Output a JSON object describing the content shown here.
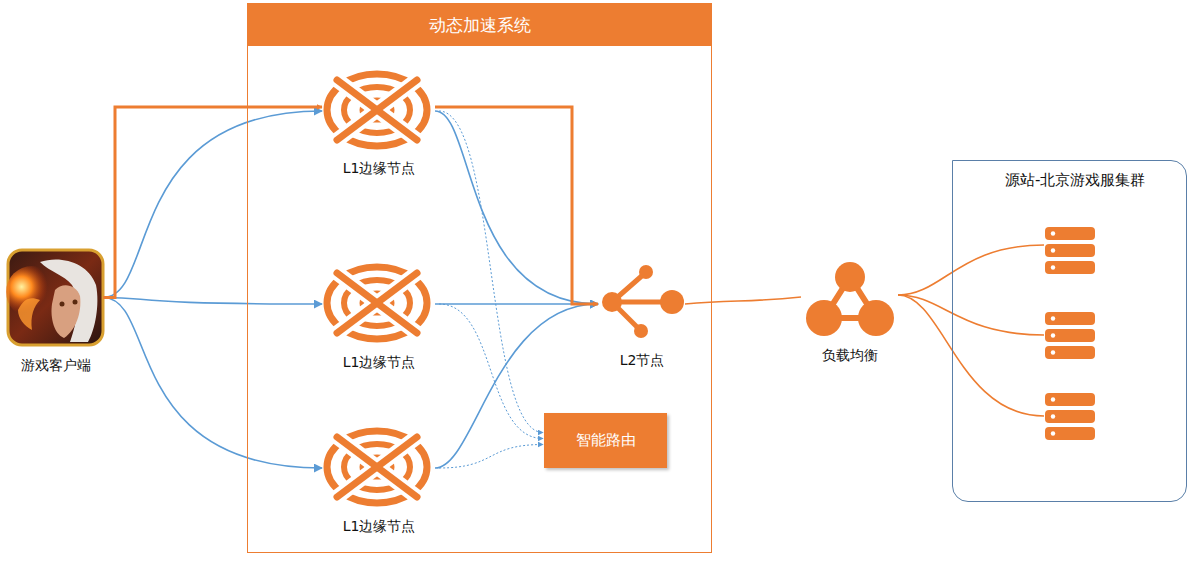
{
  "diagram": {
    "nodes": [
      {
        "text": [
          "游戏客户端"
        ]
      },
      {
        "text": [
          "动态加速系统"
        ]
      },
      {
        "text": [
          "L1边缘节点"
        ],
        "in": 1
      },
      {
        "text": [
          "L1边缘节点"
        ],
        "in": 1
      },
      {
        "text": [
          "L1边缘节点"
        ],
        "in": 1
      },
      {
        "text": [
          "L2节点"
        ],
        "in": 1
      },
      {
        "text": [
          "智能路由"
        ],
        "in": 1
      },
      {
        "text": [
          "负载均衡"
        ]
      },
      {
        "text": [
          "源站-北京游戏服集群"
        ]
      }
    ],
    "edges": [
      {
        "from": 0,
        "to": 2,
        "arrow": "to"
      },
      {
        "from": 0,
        "to": 3,
        "arrow": "to"
      },
      {
        "from": 0,
        "to": 4,
        "arrow": "to"
      },
      {
        "from": 0,
        "to": 2,
        "arrow": "to"
      },
      {
        "from": 2,
        "to": 5,
        "arrow": "to"
      },
      {
        "from": 3,
        "to": 5,
        "arrow": "to"
      },
      {
        "from": 4,
        "to": 5,
        "arrow": "to"
      },
      {
        "from": 2,
        "to": 5,
        "arrow": "to"
      },
      {
        "from": 2,
        "to": 6,
        "arrow": "to"
      },
      {
        "from": 3,
        "to": 6,
        "arrow": "to"
      },
      {
        "from": 4,
        "to": 6,
        "arrow": "to"
      },
      {
        "from": 5,
        "to": 7,
        "arrow": "none"
      },
      {
        "from": 7,
        "to": 8,
        "arrow": "none"
      },
      {
        "from": 7,
        "to": 8,
        "arrow": "none"
      },
      {
        "from": 7,
        "to": 8,
        "arrow": "none"
      }
    ]
  }
}
